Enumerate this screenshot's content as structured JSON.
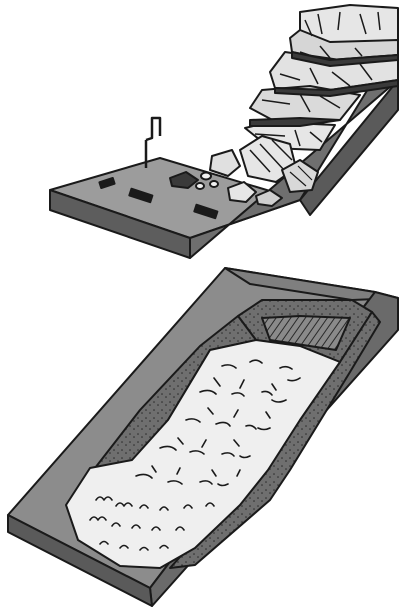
{
  "figure": {
    "panels": [
      {
        "id": "rockfall",
        "subject": "cliff-rockfall-onto-road"
      },
      {
        "id": "mudflow",
        "subject": "slope-debris-flow"
      }
    ],
    "colors": {
      "outline": "#1a1a1a",
      "ground_side": "#6f6f6f",
      "ground_top": "#9c9c9c",
      "rock_light": "#e6e6e6",
      "rock_shadow": "#7d7d7d",
      "flow": "#efefef",
      "background": "#ffffff"
    }
  }
}
